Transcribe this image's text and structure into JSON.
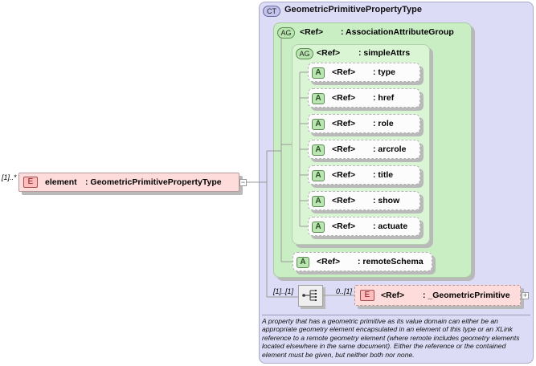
{
  "complex_type": {
    "badge": "CT",
    "name": "GeometricPrimitivePropertyType"
  },
  "association_group": {
    "badge": "AG",
    "ref": "<Ref>",
    "name": ": AssociationAttributeGroup"
  },
  "simple_attrs_group": {
    "badge": "AG",
    "ref": "<Ref>",
    "name": ": simpleAttrs"
  },
  "attributes": [
    {
      "badge": "A",
      "ref": "<Ref>",
      "name": ": type"
    },
    {
      "badge": "A",
      "ref": "<Ref>",
      "name": ": href"
    },
    {
      "badge": "A",
      "ref": "<Ref>",
      "name": ": role"
    },
    {
      "badge": "A",
      "ref": "<Ref>",
      "name": ": arcrole"
    },
    {
      "badge": "A",
      "ref": "<Ref>",
      "name": ": title"
    },
    {
      "badge": "A",
      "ref": "<Ref>",
      "name": ": show"
    },
    {
      "badge": "A",
      "ref": "<Ref>",
      "name": ": actuate"
    }
  ],
  "remote_schema": {
    "badge": "A",
    "ref": "<Ref>",
    "name": ": remoteSchema"
  },
  "root_element": {
    "cardinality": "[1]..*",
    "badge": "E",
    "label": "element",
    "type": ": GeometricPrimitivePropertyType",
    "collapse": "−"
  },
  "sequence": {
    "cardinality": "[1]..[1]"
  },
  "child_element": {
    "cardinality": "0..[1]",
    "badge": "E",
    "ref": "<Ref>",
    "name": ": _GeometricPrimitive",
    "collapse": "+"
  },
  "description": "A property that has a geometric primitive as its value domain can either be an appropriate geometry element encapsulated in an element of this type or an XLink reference to a remote geometry element (where remote includes geometry elements located elsewhere in the same document). Either the reference or the contained element must be given, but neither both nor none."
}
